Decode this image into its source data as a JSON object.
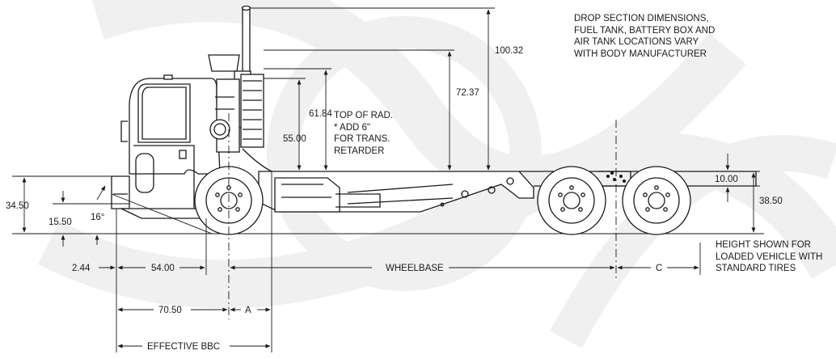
{
  "notes": {
    "drop_section": "DROP SECTION DIMENSIONS,\nFUEL TANK, BATTERY BOX AND\nAIR TANK LOCATIONS VARY\nWITH BODY MANUFACTURER",
    "top_of_rad": "TOP OF RAD.\n* ADD 6\"\nFOR TRANS.\nRETARDER",
    "height_shown": "HEIGHT SHOWN FOR\nLOADED VEHICLE WITH\nSTANDARD TIRES"
  },
  "dimensions": {
    "stack_height": "100.32",
    "cab_height": "72.37",
    "rad_top": "61.84",
    "frame_top": "55.00",
    "frame_height_rear": "10.00",
    "rear_frame_height": "38.50",
    "front_height": "34.50",
    "bumper_height": "15.50",
    "approach_angle": "16°",
    "bumper_overhang": "2.44",
    "bumper_to_axle": "54.00",
    "wheelbase": "WHEELBASE",
    "rear_c": "C",
    "bbc": "70.50",
    "dim_a": "A",
    "effective_bbc": "EFFECTIVE BBC"
  },
  "colors": {
    "line": "#1a1a1a",
    "watermark": "#f1f1f1",
    "background": "#ffffff"
  }
}
